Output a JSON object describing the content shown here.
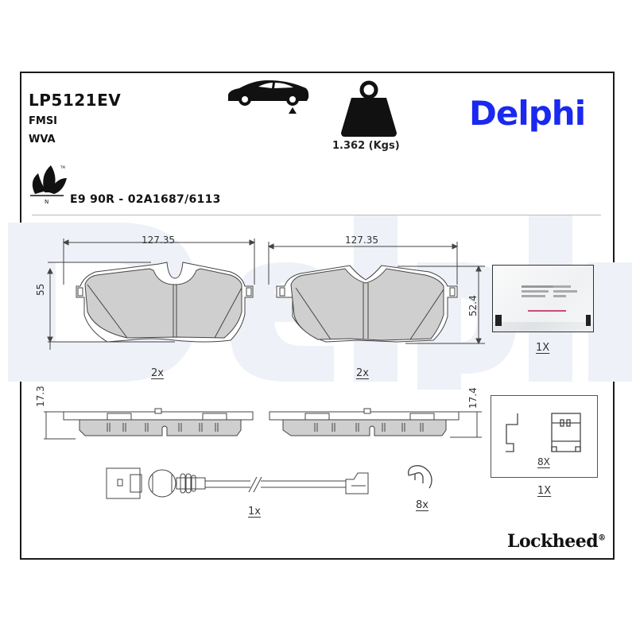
{
  "header": {
    "part_number": "LP5121EV",
    "fmsi_label": "FMSI",
    "wva_label": "WVA",
    "approval_code": "E9 90R - 02A1687/6113",
    "weight": "1.362 (Kgs)",
    "brand": "Delphi",
    "icons": [
      "rear-axle-car-icon",
      "weight-icon",
      "eco-leaf-icon"
    ]
  },
  "colors": {
    "brand_blue": "#1a28f0",
    "pad_fill": "#cfcfcf",
    "watermark": "#eef1f7",
    "frame": "#1a1a1a"
  },
  "pads": {
    "left": {
      "width_label": "127.35",
      "height_label": "55",
      "qty": "2x",
      "thickness_label": "17.3"
    },
    "right": {
      "width_label": "127.35",
      "height_label": "52.4",
      "qty": "2x",
      "thickness_label": "17.4"
    }
  },
  "accessories": {
    "grease_sachet_qty": "1X",
    "clip_kit_inner_qty": "8X",
    "clip_kit_qty": "1X",
    "wear_sensor_qty": "1x",
    "spring_clip_qty": "8x"
  },
  "footer": {
    "brand": "Lockheed",
    "registered": "®"
  },
  "watermark_text": "Delphi"
}
